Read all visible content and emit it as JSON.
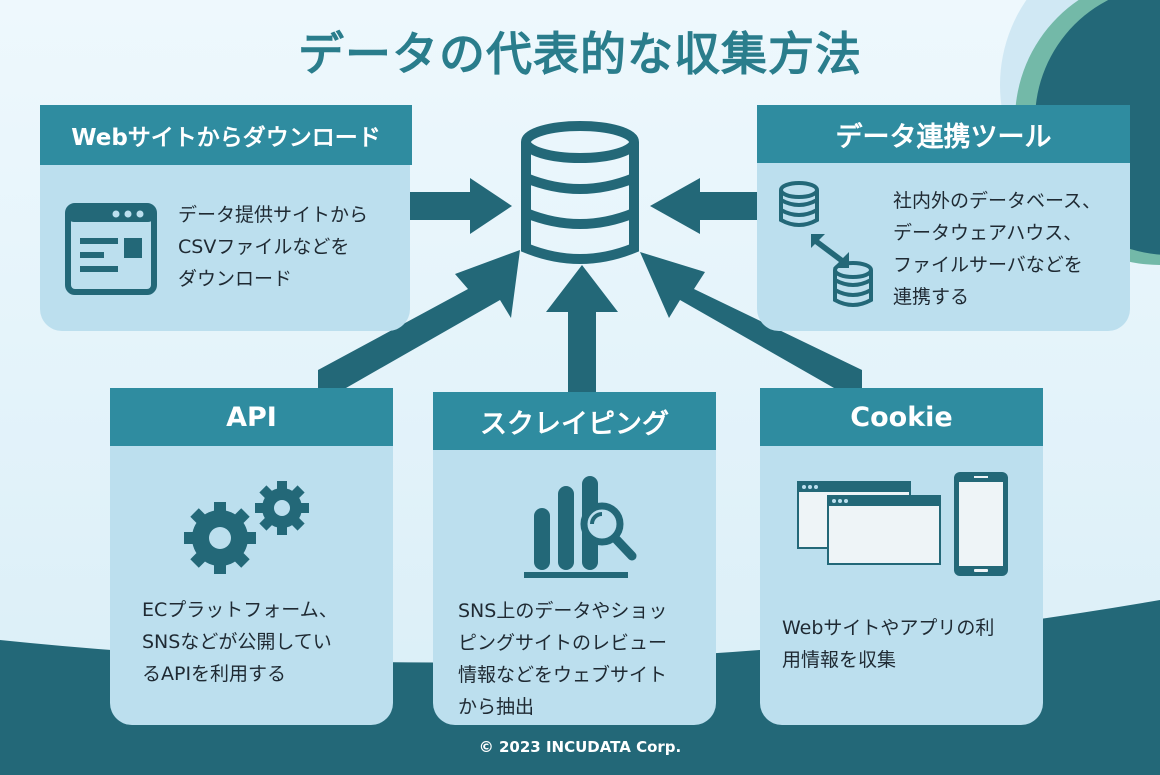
{
  "title": "データの代表的な収集方法",
  "colors": {
    "accent": "#2f8ca0",
    "dark": "#236878",
    "card": "#bcdfee",
    "title": "#2a7d8c"
  },
  "center": {
    "icon": "database-icon"
  },
  "methods": [
    {
      "header": "Webサイトからダウンロード",
      "icon": "browser-window-icon",
      "desc": "データ提供サイトから\nCSVファイルなどを\nダウンロード"
    },
    {
      "header": "データ連携ツール",
      "icon": "database-sync-icon",
      "desc": "社内外のデータベース、\nデータウェアハウス、\nファイルサーバなどを\n連携する"
    },
    {
      "header": "API",
      "icon": "gears-icon",
      "desc": "ECプラットフォーム、\nSNSなどが公開してい\nるAPIを利用する"
    },
    {
      "header": "スクレイピング",
      "icon": "chart-search-icon",
      "desc": "SNS上のデータやショッ\nピングサイトのレビュー\n情報などをウェブサイト\nから抽出"
    },
    {
      "header": "Cookie",
      "icon": "browser-and-phone-icon",
      "desc": "Webサイトやアプリの利\n用情報を収集"
    }
  ],
  "copyright": "© 2023 INCUDATA Corp."
}
